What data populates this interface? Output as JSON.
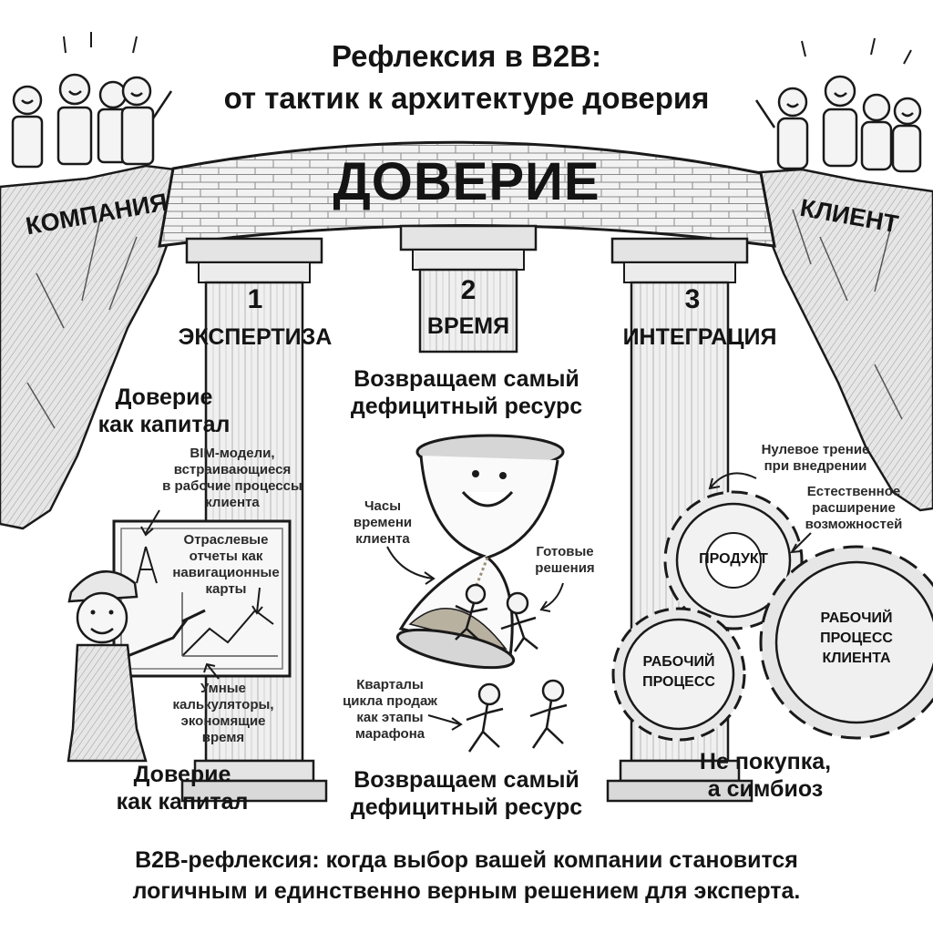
{
  "title": {
    "line1": "Рефлексия в B2B:",
    "line2": "от тактик к архитектуре доверия"
  },
  "bridge": {
    "label": "ДОВЕРИЕ",
    "left_bank": "КОМПАНИЯ",
    "right_bank": "КЛИЕНТ"
  },
  "pillars": [
    {
      "number": "1",
      "name": "ЭКСПЕРТИЗА",
      "heading_line1": "Доверие",
      "heading_line2": "как капитал",
      "notes": [
        {
          "lines": [
            "BIM-модели,",
            "встраивающиеся",
            "в рабочие процессы",
            "клиента"
          ]
        },
        {
          "lines": [
            "Отраслевые",
            "отчеты как",
            "навигационные",
            "карты"
          ]
        },
        {
          "lines": [
            "Умные",
            "калькуляторы,",
            "экономящие",
            "время"
          ]
        }
      ],
      "footer_line1": "Доверие",
      "footer_line2": "как капитал"
    },
    {
      "number": "2",
      "name": "ВРЕМЯ",
      "heading_line1": "Возвращаем самый",
      "heading_line2": "дефицитный ресурс",
      "notes": [
        {
          "lines": [
            "Часы",
            "времени",
            "клиента"
          ]
        },
        {
          "lines": [
            "Готовые",
            "решения"
          ]
        },
        {
          "lines": [
            "Кварталы",
            "цикла продаж",
            "как этапы",
            "марафона"
          ]
        }
      ],
      "footer_line1": "Возвращаем самый",
      "footer_line2": "дефицитный ресурс"
    },
    {
      "number": "3",
      "name": "ИНТЕГРАЦИЯ",
      "notes": [
        {
          "lines": [
            "Нулевое трение",
            "при внедрении"
          ]
        },
        {
          "lines": [
            "Естественное",
            "расширение",
            "возможностей"
          ]
        }
      ],
      "gears": [
        {
          "label_lines": [
            "ПРОДУКТ"
          ]
        },
        {
          "label_lines": [
            "РАБОЧИЙ",
            "ПРОЦЕСС",
            "КЛИЕНТА"
          ]
        },
        {
          "label_lines": [
            "РАБОЧИЙ",
            "ПРОЦЕСС"
          ]
        }
      ],
      "footer_line1": "Не покупка,",
      "footer_line2": "а симбиоз"
    }
  ],
  "footer": {
    "line1": "B2B-рефлексия: когда выбор вашей компании становится",
    "line2": "логичным и единственно верным решением для эксперта."
  },
  "colors": {
    "ink": "#1a1a1a",
    "paper": "#ffffff",
    "stone": "#d9d9d9",
    "shade": "#8c8c8c",
    "sand": "#b9b1a0"
  }
}
